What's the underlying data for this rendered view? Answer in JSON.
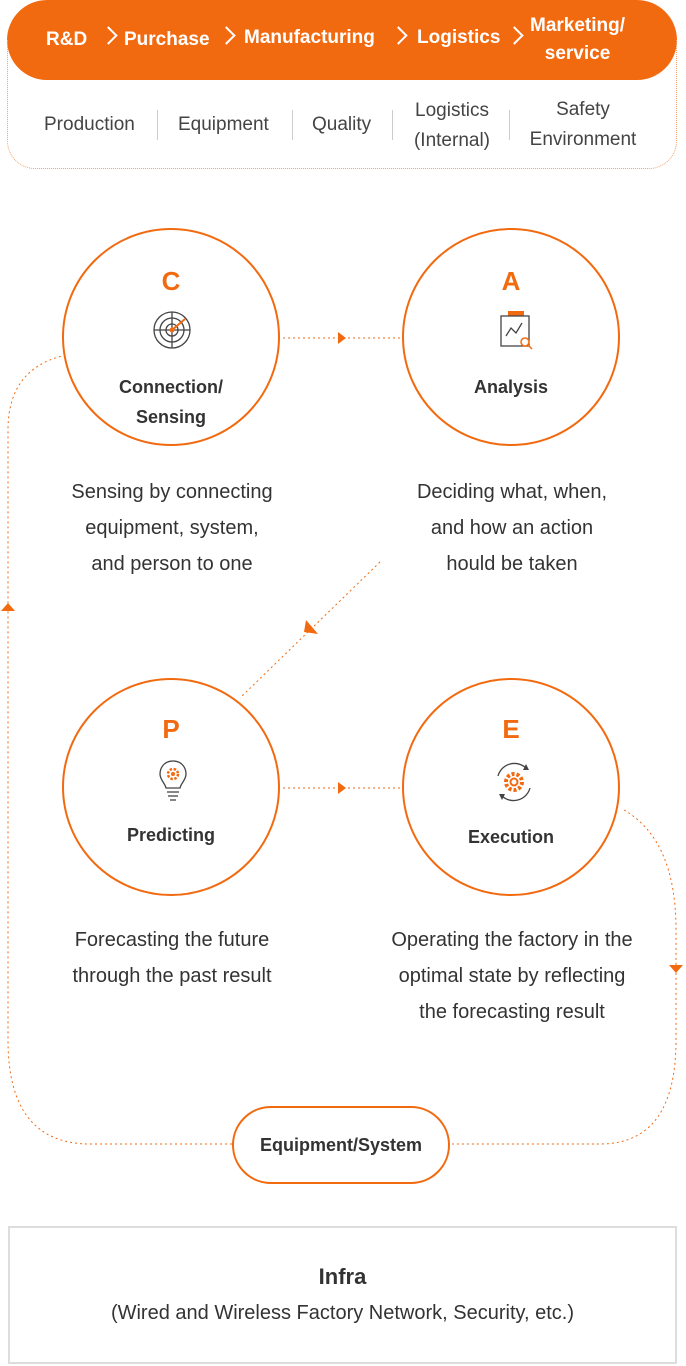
{
  "value_chain": {
    "steps": [
      "R&D",
      "Purchase",
      "Manufacturing",
      "Logistics",
      "Marketing/\nservice"
    ],
    "areas": [
      "Production",
      "Equipment",
      "Quality",
      "Logistics\n(Internal)",
      "Safety\nEnvironment"
    ]
  },
  "stages": [
    {
      "letter": "C",
      "icon": "radar-target-icon",
      "label": "Connection/\nSensing",
      "description": "Sensing by connecting\nequipment, system,\nand person to one"
    },
    {
      "letter": "A",
      "icon": "clipboard-chart-icon",
      "label": "Analysis",
      "description": "Deciding what, when,\nand how an action\nhould be taken"
    },
    {
      "letter": "P",
      "icon": "lightbulb-gear-icon",
      "label": "Predicting",
      "description": "Forecasting the future\nthrough the past result"
    },
    {
      "letter": "E",
      "icon": "gear-cycle-icon",
      "label": "Execution",
      "description": "Operating the factory in the\noptimal state by reflecting\nthe forecasting result"
    }
  ],
  "equipment_label": "Equipment/System",
  "infra": {
    "title": "Infra",
    "subtitle": "(Wired and Wireless Factory Network, Security, etc.)"
  },
  "colors": {
    "accent": "#f26a10",
    "text": "#333333",
    "divider": "#cccccc",
    "box_border": "#dddddd"
  }
}
